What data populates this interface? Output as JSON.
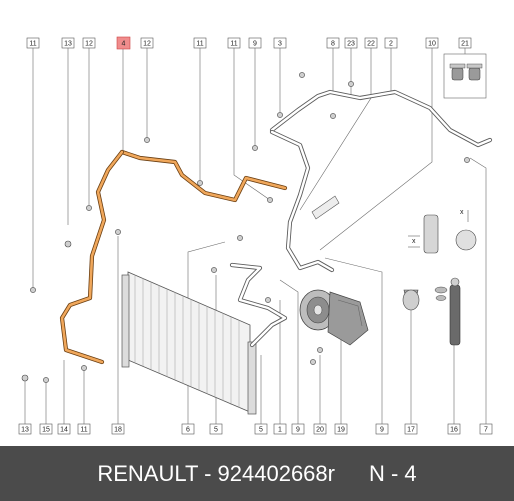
{
  "callouts_top": [
    "11",
    "13",
    "12",
    "4",
    "12",
    "11",
    "11",
    "9",
    "3",
    "8",
    "23",
    "22",
    "2",
    "10",
    "21"
  ],
  "callouts_bottom": [
    "13",
    "15",
    "14",
    "11",
    "18",
    "6",
    "5",
    "5",
    "1",
    "9",
    "20",
    "19",
    "9",
    "17",
    "16",
    "7"
  ],
  "highlight_color": "#f08c8c",
  "hose_color": "#e8913a",
  "footer": {
    "brand_part": "RENAULT - 924402668r",
    "page": "N - 4"
  }
}
